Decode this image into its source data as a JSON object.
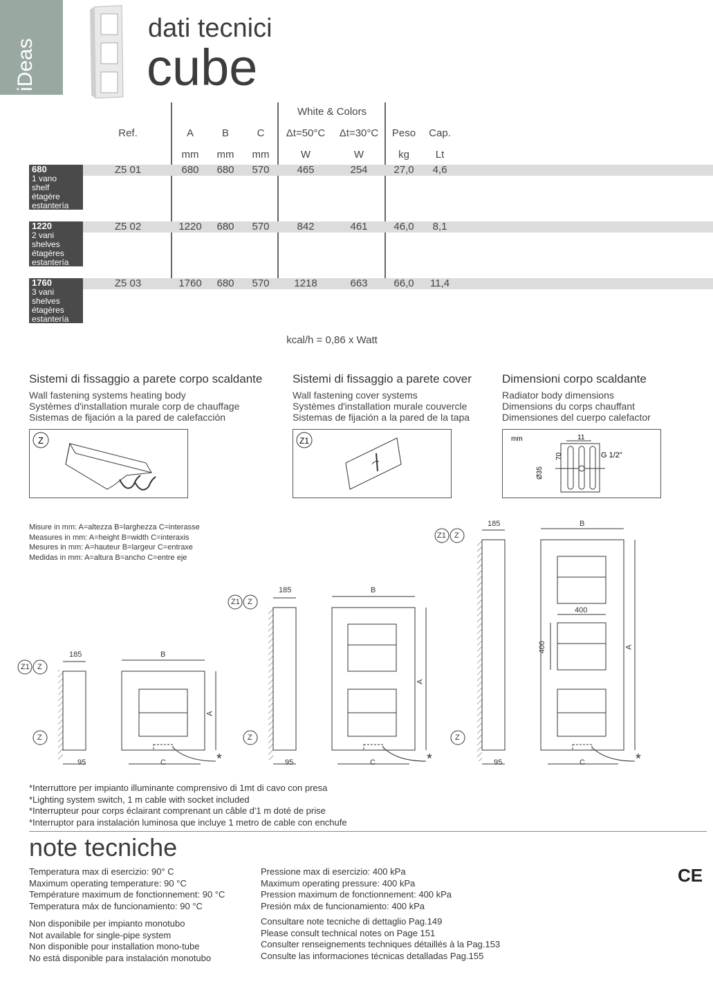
{
  "brand": "iDeas",
  "title": {
    "line1": "dati tecnici",
    "line2": "cube"
  },
  "table": {
    "group_header": "White & Colors",
    "headers": [
      "Ref.",
      "A",
      "B",
      "C",
      "Δt=50°C",
      "Δt=30°C",
      "Peso",
      "Cap."
    ],
    "units": [
      "mm",
      "mm",
      "mm",
      "W",
      "W",
      "kg",
      "Lt"
    ],
    "rows": [
      {
        "size": "680",
        "desc": [
          "1 vano",
          "shelf",
          "étagère",
          "estantería"
        ],
        "ref": "Z5 01",
        "a": "680",
        "b": "680",
        "c": "570",
        "w50": "465",
        "w30": "254",
        "peso": "27,0",
        "cap": "4,6"
      },
      {
        "size": "1220",
        "desc": [
          "2 vani",
          "shelves",
          "étagères",
          "estantería"
        ],
        "ref": "Z5 02",
        "a": "1220",
        "b": "680",
        "c": "570",
        "w50": "842",
        "w30": "461",
        "peso": "46,0",
        "cap": "8,1"
      },
      {
        "size": "1760",
        "desc": [
          "3 vani",
          "shelves",
          "étagères",
          "estantería"
        ],
        "ref": "Z5 03",
        "a": "1760",
        "b": "680",
        "c": "570",
        "w50": "1218",
        "w30": "663",
        "peso": "66,0",
        "cap": "11,4"
      }
    ],
    "conversion": "kcal/h = 0,86 x Watt"
  },
  "sections": [
    {
      "title": "Sistemi di fissaggio a parete corpo scaldante",
      "lines": [
        "Wall fastening systems heating body",
        "Systèmes d'installation murale corp de chauffage",
        "Sistemas de fijación a la pared de calefacción"
      ],
      "badge": "Z"
    },
    {
      "title": "Sistemi di fissaggio a parete cover",
      "lines": [
        "Wall fastening cover systems",
        "Systèmes d'installation murale couvercle",
        "Sistemas de fijación a la pared de la tapa"
      ],
      "badge": "Z1"
    },
    {
      "title": "Dimensioni corpo scaldante",
      "lines": [
        "Radiator body dimensions",
        "Dimensions du corps chauffant",
        "Dimensiones del cuerpo calefactor"
      ],
      "unit": "mm",
      "dim_11": "11",
      "dim_70": "70",
      "dim_35": "Ø35",
      "thread": "G 1/2\""
    }
  ],
  "measures": [
    "Misure in mm: A=altezza  B=larghezza  C=interasse",
    "Measures in mm: A=height  B=width  C=interaxis",
    "Mesures in mm: A=hauteur  B=largeur  C=entraxe",
    "Medidas in mm: A=altura  B=ancho  C=entre eje"
  ],
  "drawing_labels": {
    "depth": "185",
    "offset": "95",
    "a": "A",
    "b": "B",
    "c": "C",
    "z": "Z",
    "z1": "Z1",
    "pitch": "400",
    "star": "*"
  },
  "footnote": [
    "*Interruttore per impianto illuminante comprensivo di 1mt di cavo con presa",
    "*Lighting system switch, 1 m cable with socket included",
    "*Interrupteur pour corps éclairant comprenant un câble d'1 m doté de prise",
    "*Interruptor para instalación luminosa que incluye 1 metro de cable con enchufe"
  ],
  "notes": {
    "title": "note tecniche",
    "left_1": [
      "Temperatura max di esercizio: 90° C",
      "Maximum operating temperature: 90 °C",
      "Température maximum de fonctionnement: 90 °C",
      "Temperatura máx de funcionamiento: 90 °C"
    ],
    "left_2": [
      "Non disponibile per impianto monotubo",
      "Not available for single-pipe system",
      "Non disponible pour installation mono-tube",
      "No está disponible para instalación monotubo"
    ],
    "right_1": [
      "Pressione max di esercizio: 400 kPa",
      "Maximum operating pressure: 400 kPa",
      "Pression maximum de fonctionnement: 400 kPa",
      "Presión máx de funcionamiento: 400 kPa"
    ],
    "right_2": [
      "Consultare note tecniche di dettaglio Pag.149",
      "Please consult technical notes on Page 151",
      "Consulter renseignements techniques détaillés à la Pag.153",
      "Consulte las informaciones técnicas detalladas Pag.155"
    ],
    "ce": "CE"
  }
}
